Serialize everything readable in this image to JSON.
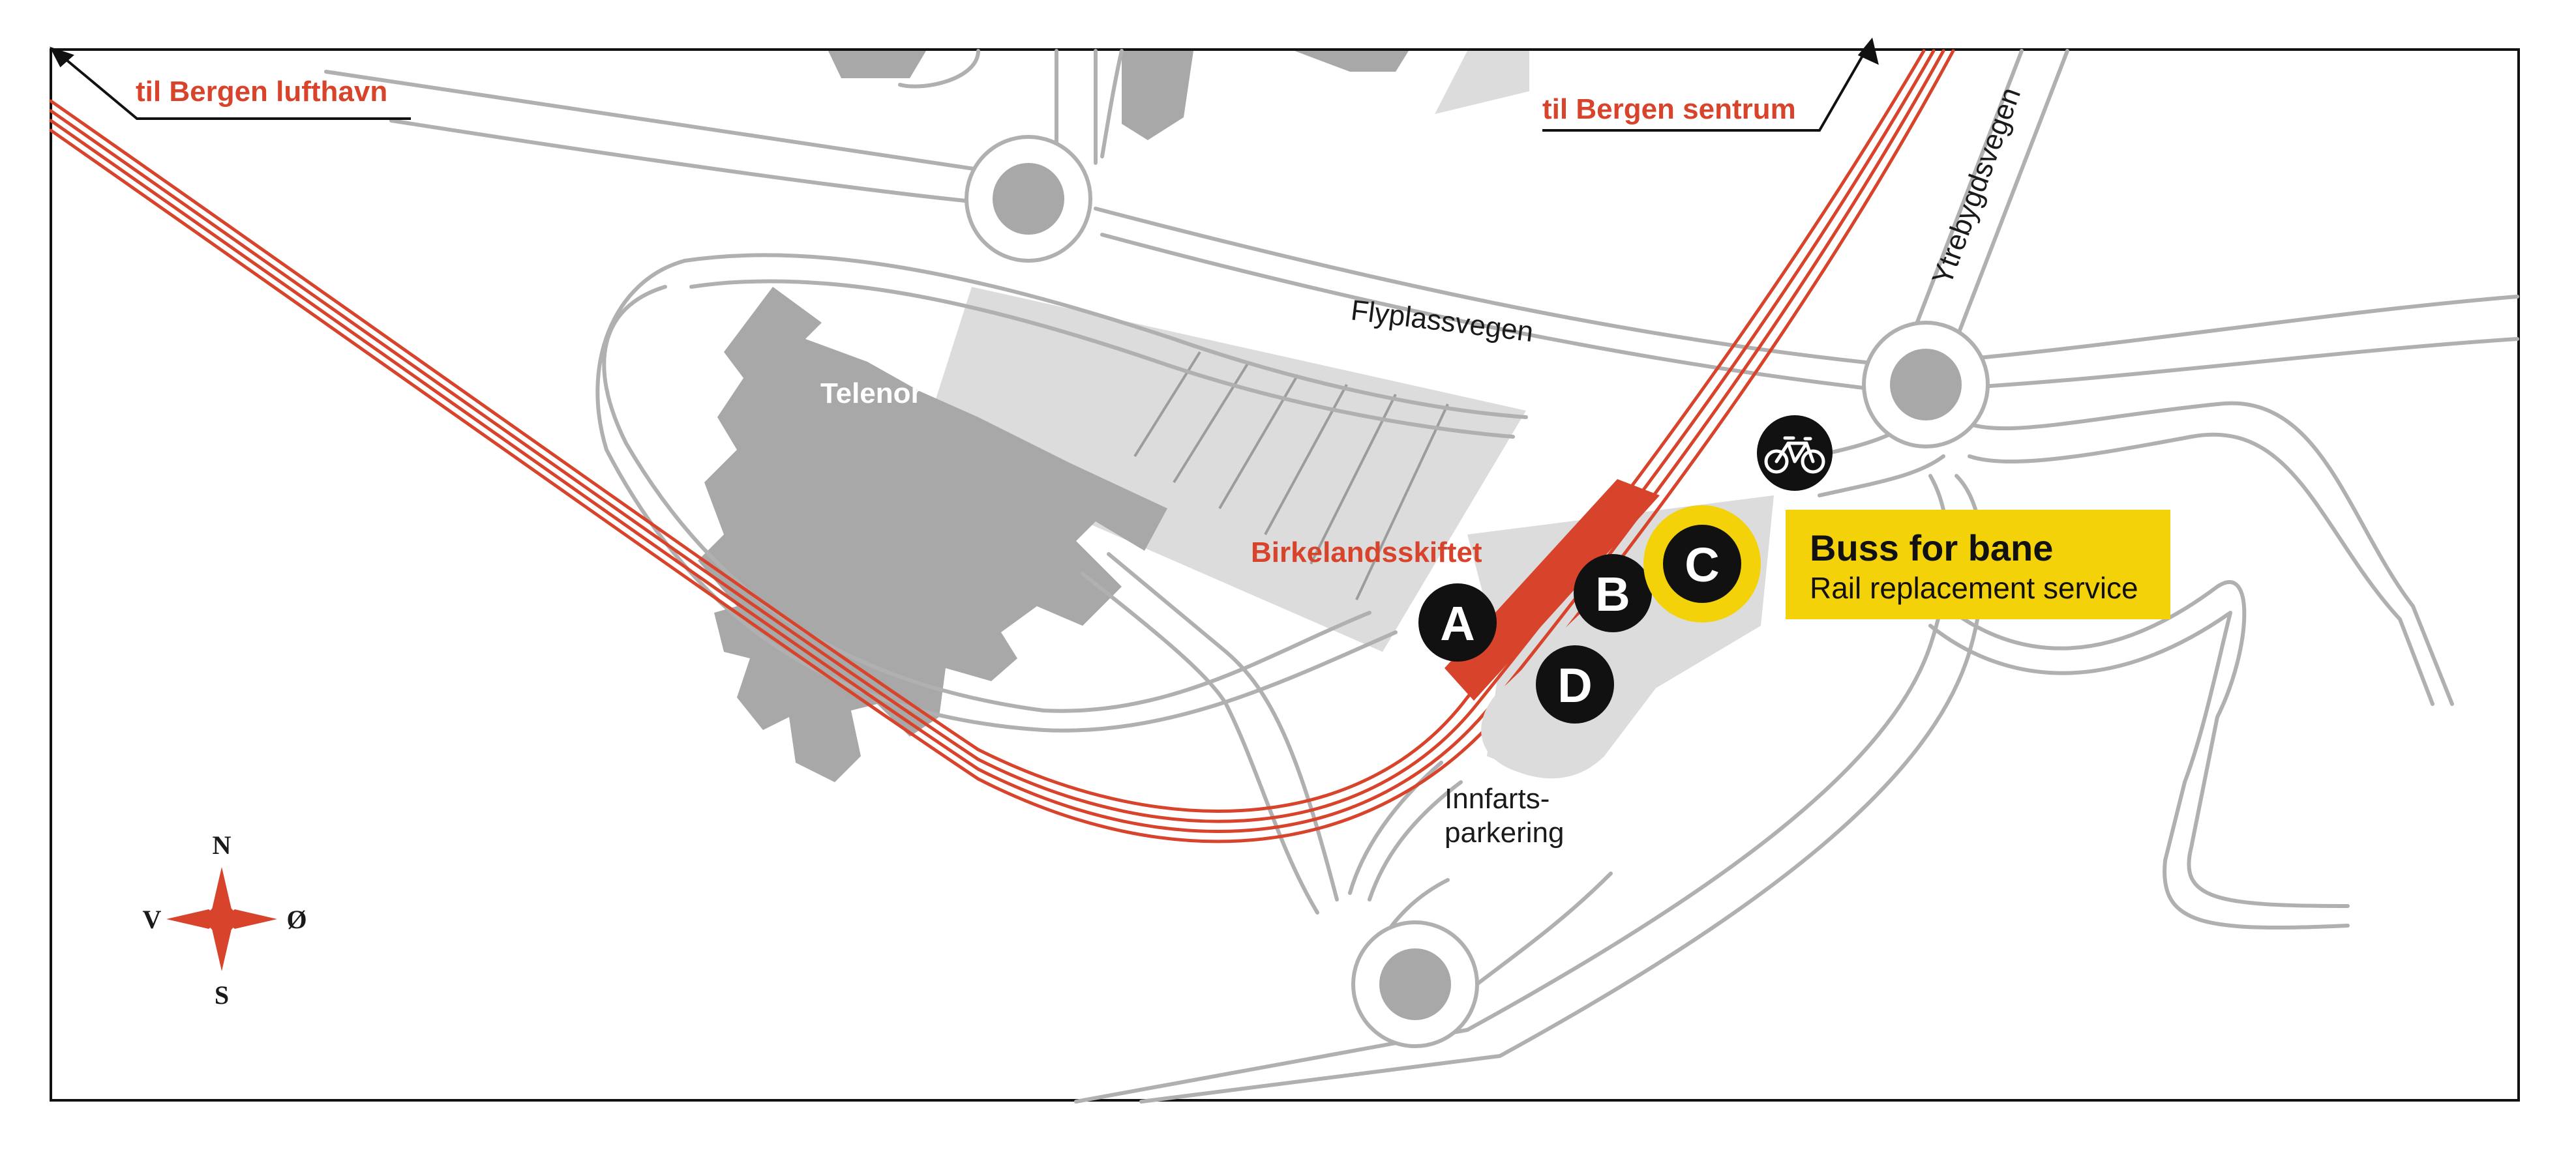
{
  "colors": {
    "rail": "#d8432b",
    "road_outline": "#b0b0b0",
    "building": "#a8a8a8",
    "light_area": "#dcdcdc",
    "stop_fill": "#111111",
    "highlight": "#f3d20a"
  },
  "directions": {
    "airport": "til Bergen lufthavn",
    "center": "til Bergen sentrum"
  },
  "roads": {
    "flyplassvegen": "Flyplassvegen",
    "ytrebygdsvegen": "Ytrebygdsvegen"
  },
  "places": {
    "telenor": "Telenor",
    "station": "Birkelandsskiftet",
    "parking_line1": "Innfarts-",
    "parking_line2": "parkering"
  },
  "stops": {
    "a": "A",
    "b": "B",
    "c": "C",
    "d": "D"
  },
  "icons": {
    "bike": "bicycle-icon",
    "compass": "compass-rose-icon"
  },
  "bus_callout": {
    "title": "Buss for bane",
    "subtitle": "Rail replacement  service"
  },
  "compass": {
    "n": "N",
    "s": "S",
    "w": "V",
    "e": "Ø"
  }
}
